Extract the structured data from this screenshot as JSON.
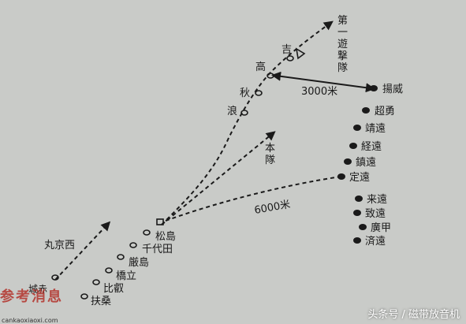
{
  "diagram": {
    "first_flying_squadron": "第一遊撃隊",
    "main_squadron": "本隊",
    "distance_top": "3000米",
    "distance_mid": "6000米",
    "japanese_ships_first": [
      "吉",
      "高",
      "秋",
      "浪"
    ],
    "japanese_ships_main": [
      "松島",
      "千代田",
      "厳島",
      "橋立",
      "比叡",
      "扶桑"
    ],
    "japanese_other": [
      "丸京西"
    ],
    "chinese_ships": [
      "揚威",
      "超勇",
      "靖遠",
      "経遠",
      "鎮遠",
      "定遠",
      "来遠",
      "致遠",
      "廣甲",
      "済遠"
    ],
    "partial_text": "城赤"
  },
  "watermark": {
    "brand": "参考消息",
    "url": "cankaoxiaoxi.com"
  },
  "credit": "头条号 / 磁带放音机",
  "colors": {
    "background": "#c9cbc8",
    "line": "#1a1a1a",
    "brand_red": "#b3342c"
  }
}
